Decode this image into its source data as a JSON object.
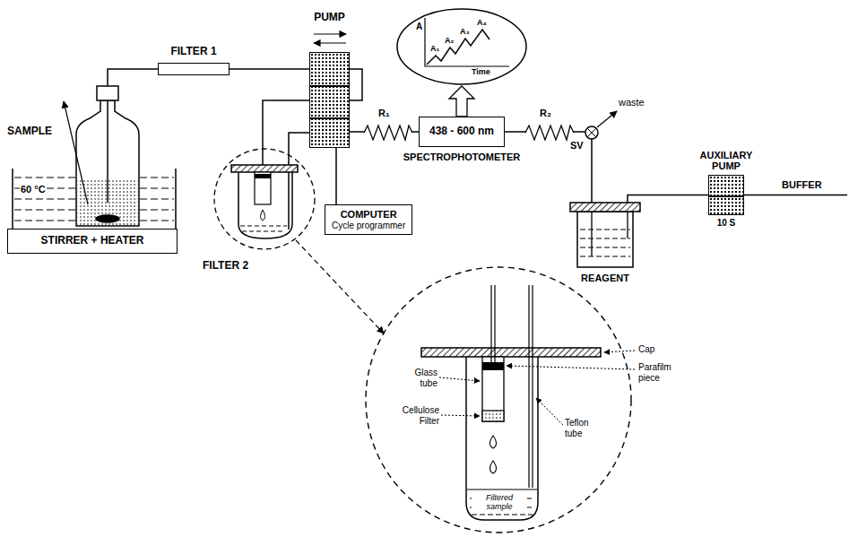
{
  "diagram": {
    "nodes": [
      {
        "text": [
          "STIRRER + HEATER"
        ]
      },
      {
        "text": [
          "FILTER 1"
        ]
      },
      {
        "text": [
          "PUMP"
        ]
      },
      {
        "text": [
          "COMPUTER",
          "Cycle programmer"
        ]
      },
      {
        "text": [
          "438 - 600 nm",
          "SPECTROPHOTOMETER"
        ]
      },
      {
        "text": [
          "REAGENT"
        ]
      },
      {
        "text": [
          "AUXILIARY PUMP",
          "10 S"
        ]
      }
    ],
    "edges": [
      {
        "from": 1,
        "to": 2,
        "arrow": "none"
      },
      {
        "from": 2,
        "to": 4,
        "arrow": "none"
      },
      {
        "from": 4,
        "to": 5,
        "arrow": "none"
      },
      {
        "from": 6,
        "to": 5,
        "arrow": "none"
      },
      {
        "from": 2,
        "to": 3,
        "arrow": "none"
      }
    ],
    "labels": [
      "SAMPLE",
      "60 °C",
      "A",
      "A₁",
      "A₂",
      "A₃",
      "A₄",
      "Time",
      "R₁",
      "R₂",
      "SV",
      "waste",
      "BUFFER",
      "FILTER 2",
      "Cap",
      "Glass tube",
      "Parafilm piece",
      "Cellulose Filter",
      "Teflon tube",
      "Filtered sample"
    ]
  }
}
